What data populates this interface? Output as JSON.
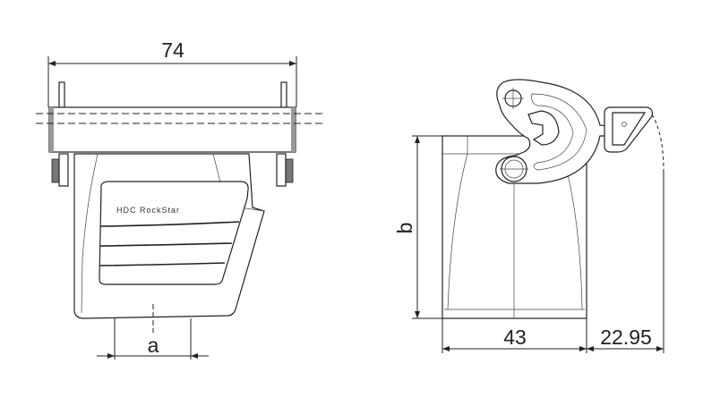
{
  "front_view": {
    "width_dimension": "74",
    "cable_entry_dimension": "a",
    "brand_label": "HDC RockStar"
  },
  "side_view": {
    "height_dimension": "b",
    "depth_dimension": "43",
    "latch_dimension": "22.95"
  }
}
